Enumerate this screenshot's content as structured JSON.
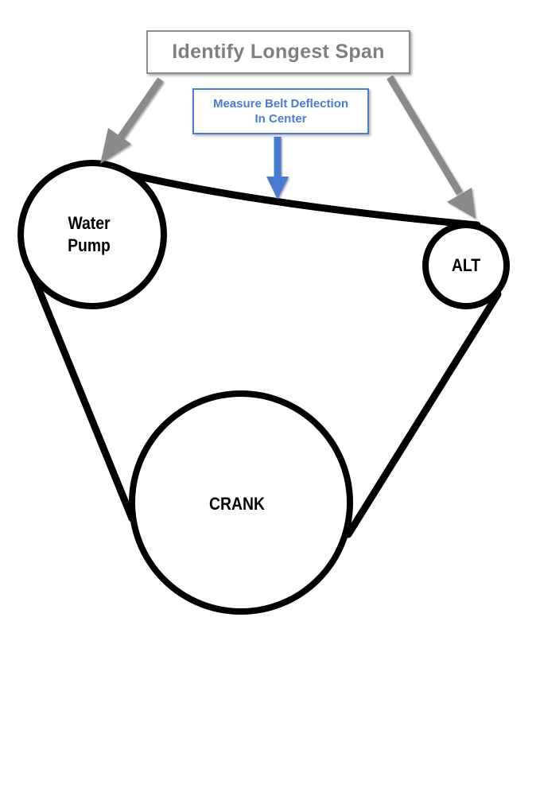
{
  "callouts": {
    "main": "Identify Longest Span",
    "sub_line1": "Measure Belt Deflection",
    "sub_line2": "In Center"
  },
  "pulleys": {
    "water_pump_line1": "Water",
    "water_pump_line2": "Pump",
    "alternator": "ALT",
    "crankshaft": "CRANK"
  },
  "colors": {
    "main_callout_text": "#7f7f7f",
    "main_arrow": "#8a8a8a",
    "sub_callout": "#4a7bd0",
    "belt": "#000000"
  }
}
